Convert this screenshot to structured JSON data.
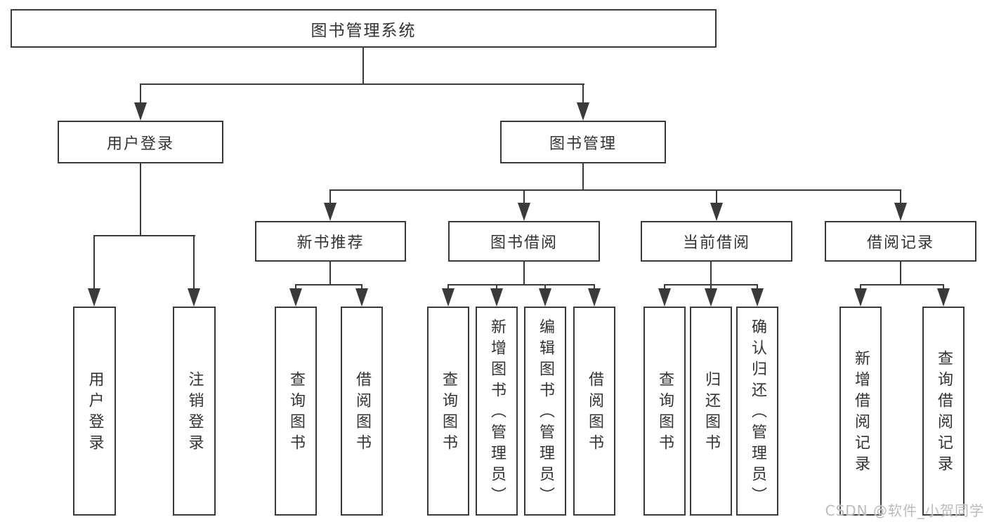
{
  "nodes": {
    "root": "图书管理系统",
    "user_login": "用户登录",
    "book_mgmt": "图书管理",
    "new_book_rec": "新书推荐",
    "book_borrow": "图书借阅",
    "current_borrow": "当前借阅",
    "borrow_record": "借阅记录",
    "leaf_user_login": "用户登录",
    "leaf_logout": "注销登录",
    "leaf_nbr_query": "查询图书",
    "leaf_nbr_borrow": "借阅图书",
    "leaf_bb_query": "查询图书",
    "leaf_bb_add": "新增图书（管理员）",
    "leaf_bb_edit": "编辑图书（管理员）",
    "leaf_bb_borrow": "借阅图书",
    "leaf_cb_query": "查询图书",
    "leaf_cb_return": "归还图书",
    "leaf_cb_confirm": "确认归还（管理员）",
    "leaf_br_add": "新增借阅记录",
    "leaf_br_query": "查询借阅记录"
  },
  "hierarchy": {
    "图书管理系统": [
      "用户登录",
      "图书管理"
    ],
    "用户登录": [
      "用户登录",
      "注销登录"
    ],
    "图书管理": [
      "新书推荐",
      "图书借阅",
      "当前借阅",
      "借阅记录"
    ],
    "新书推荐": [
      "查询图书",
      "借阅图书"
    ],
    "图书借阅": [
      "查询图书",
      "新增图书（管理员）",
      "编辑图书（管理员）",
      "借阅图书"
    ],
    "当前借阅": [
      "查询图书",
      "归还图书",
      "确认归还（管理员）"
    ],
    "借阅记录": [
      "新增借阅记录",
      "查询借阅记录"
    ]
  },
  "watermark": "CSDN @软件_小贺同学",
  "colors": {
    "line": "#3a3a3a",
    "text": "#333333",
    "box_background": "#ffffff",
    "page_background": "#ffffff",
    "watermark_text": "#b9bcbe"
  }
}
